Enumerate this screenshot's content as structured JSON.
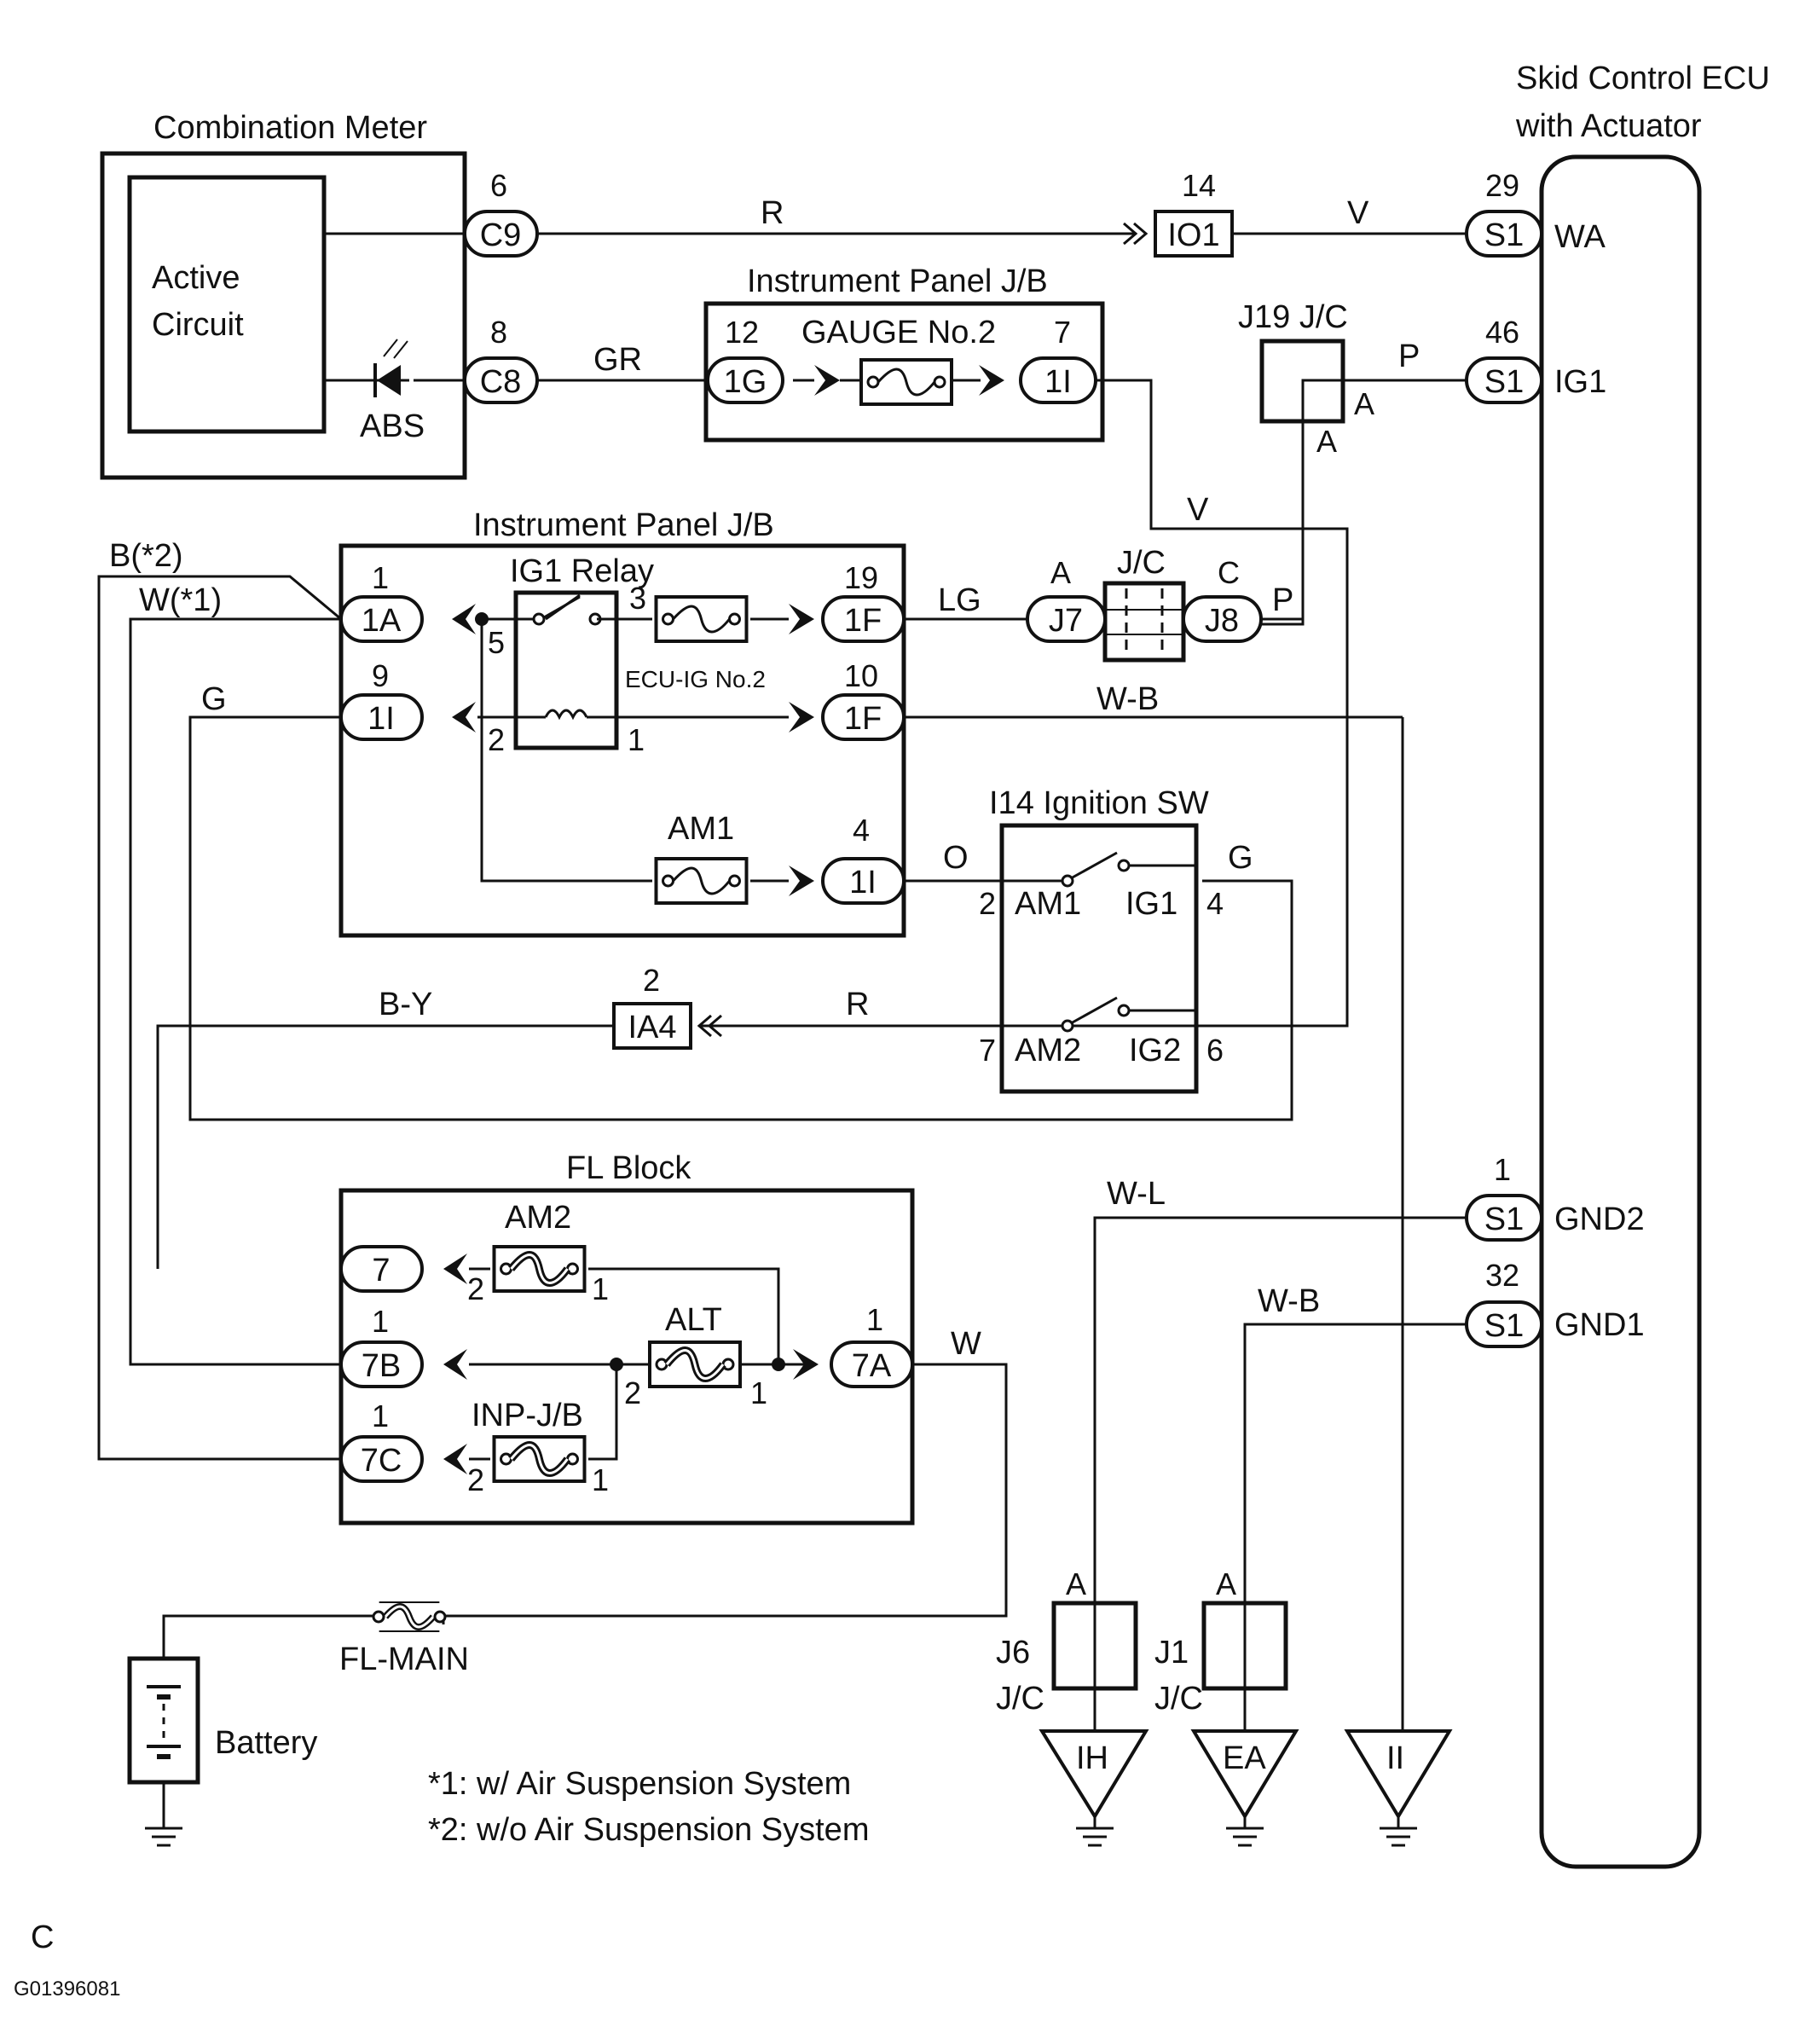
{
  "components": {
    "combination_meter": "Combination Meter",
    "active_circuit_line1": "Active",
    "active_circuit_line2": "Circuit",
    "abs": "ABS",
    "skid_ecu_line1": "Skid Control ECU",
    "skid_ecu_line2": "with Actuator",
    "ip_jb_top": "Instrument Panel J/B",
    "ip_jb_mid": "Instrument Panel J/B",
    "gauge_no2": "GAUGE No.2",
    "ig1_relay": "IG1 Relay",
    "ecu_ig_no2": "ECU-IG No.2",
    "am1_fuse": "AM1",
    "j19_jc": "J19 J/C",
    "jc": "J/C",
    "ignition_sw": "I14 Ignition SW",
    "fl_block": "FL Block",
    "am2_fuse": "AM2",
    "alt_fuse": "ALT",
    "inp_jb_fuse": "INP-J/B",
    "fl_main": "FL-MAIN",
    "battery": "Battery",
    "j6": "J6",
    "j1": "J1",
    "j6_jc": "J/C",
    "j1_jc": "J/C"
  },
  "connectors": {
    "c9": "C9",
    "c8": "C8",
    "io1": "IO1",
    "s1_wa": "S1",
    "s1_ig1": "S1",
    "s1_gnd2": "S1",
    "s1_gnd1": "S1",
    "g1": "1G",
    "i1_gauge": "1I",
    "a1": "1A",
    "i1_relay": "1I",
    "f1_top": "1F",
    "f1_bottom": "1F",
    "i1_am1": "1I",
    "j7": "J7",
    "j8": "J8",
    "ia4": "IA4",
    "fl7": "7",
    "fl7b": "7B",
    "fl7c": "7C",
    "fl7a": "7A"
  },
  "pins": {
    "c9": "6",
    "c8": "8",
    "io1": "14",
    "s1_wa": "29",
    "s1_ig1": "46",
    "g1": "12",
    "i1_gauge": "7",
    "a1": "1",
    "i1_relay": "9",
    "f1_top": "19",
    "f1_bottom": "10",
    "i1_am1": "4",
    "ia4": "2",
    "s1_gnd2": "1",
    "s1_gnd1": "32",
    "fl7b": "1",
    "fl7c": "1",
    "fl7a": "1",
    "relay_3": "3",
    "relay_5": "5",
    "relay_2": "2",
    "relay_1": "1",
    "sw_2": "2",
    "sw_4": "4",
    "sw_7": "7",
    "sw_6": "6",
    "am2_2": "2",
    "am2_1": "1",
    "alt_2": "2",
    "alt_1": "1",
    "inp_2": "2",
    "inp_1": "1",
    "j19_a_right": "A",
    "j19_a_bottom": "A",
    "j7_a": "A",
    "j8_c": "C",
    "j6_a": "A",
    "j1_a": "A"
  },
  "ecu_terminals": {
    "wa": "WA",
    "ig1": "IG1",
    "gnd2": "GND2",
    "gnd1": "GND1"
  },
  "switch_terminals": {
    "am1": "AM1",
    "ig1": "IG1",
    "am2": "AM2",
    "ig2": "IG2"
  },
  "wire_colors": {
    "c9_io1": "R",
    "io1_s1": "V",
    "c8_gauge": "GR",
    "j19_s1": "P",
    "gauge_down": "V",
    "b2": "B(*2)",
    "w1": "W(*1)",
    "g_left": "G",
    "f1_j7": "LG",
    "j8_j19": "P",
    "f1_wb": "W-B",
    "am1_sw": "O",
    "sw_ig1": "G",
    "by": "B-Y",
    "ia4_sw": "R",
    "gnd2": "W-L",
    "gnd1": "W-B",
    "fl_out": "W"
  },
  "grounds": {
    "ih": "IH",
    "ea": "EA",
    "ii": "II"
  },
  "notes": {
    "n1": "*1: w/ Air Suspension System",
    "n2": "*2: w/o Air Suspension System"
  },
  "footer": {
    "code": "C",
    "figure_id": "G01396081"
  }
}
